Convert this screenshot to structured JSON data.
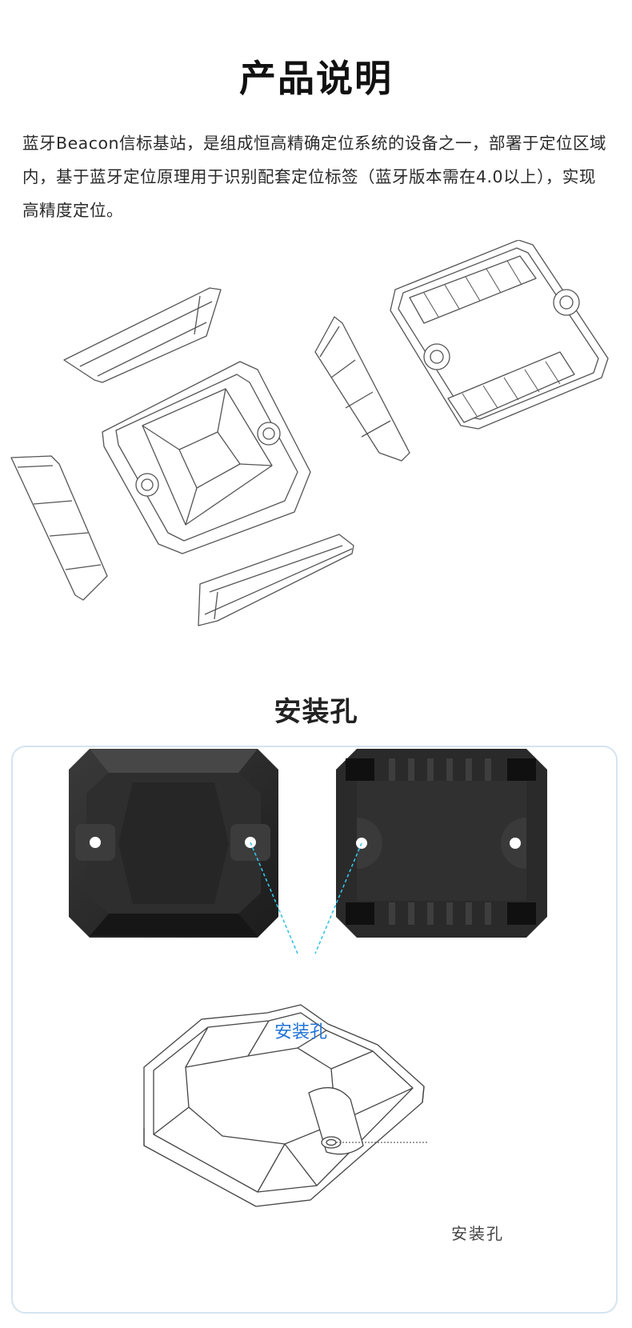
{
  "header": {
    "title": "产品说明"
  },
  "intro": {
    "text": "蓝牙Beacon信标基站，是组成恒高精确定位系统的设备之一，部署于定位区域内，基于蓝牙定位原理用于识别配套定位标签（蓝牙版本需在4.0以上），实现高精度定位。"
  },
  "mounting": {
    "section_title": "安装孔",
    "photo_label": "安装孔",
    "drawing_label": "安装孔"
  },
  "colors": {
    "label_blue": "#1e73d8",
    "leader_cyan": "#35c3e6",
    "panel_border": "#d4e4f1",
    "device_black": "#2b2b2b"
  }
}
